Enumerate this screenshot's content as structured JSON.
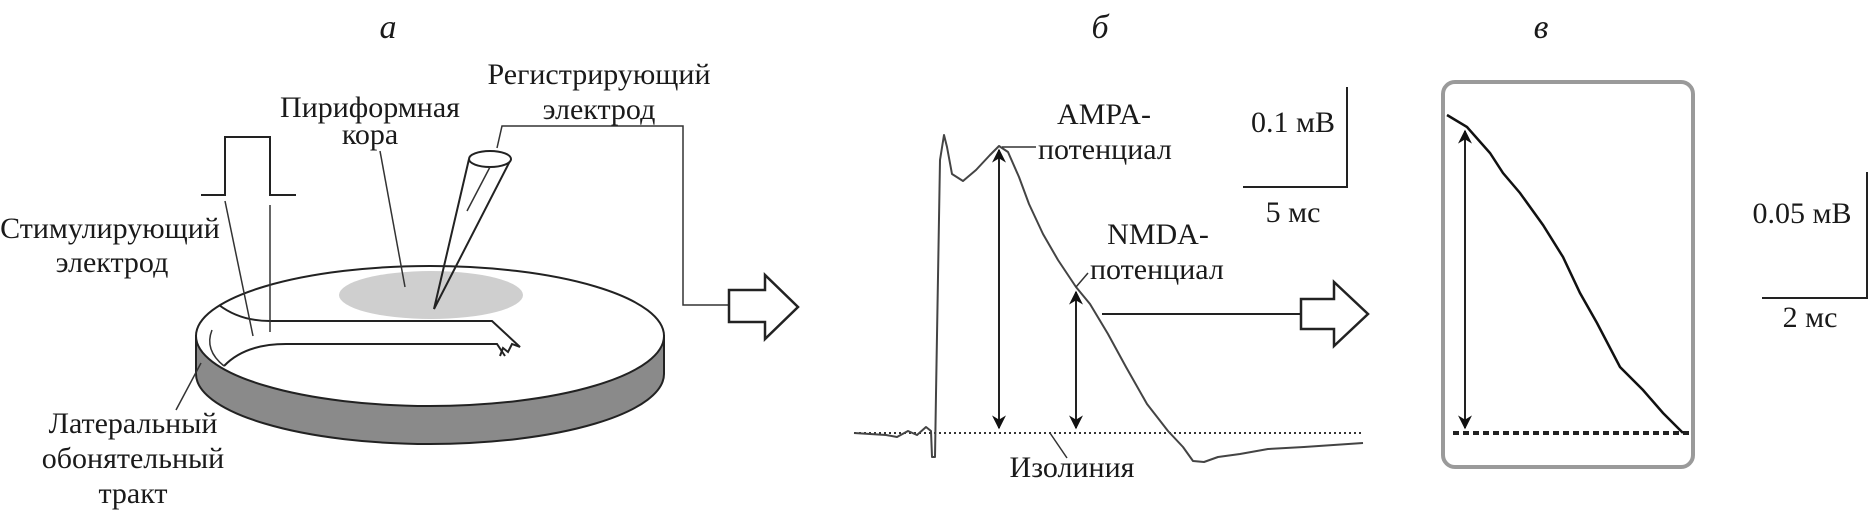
{
  "panels": {
    "a": {
      "letter": "а",
      "labels": {
        "piriform_1": "Пириформная",
        "piriform_2": "кора",
        "recording_1": "Регистрирующий",
        "recording_2": "электрод",
        "stimulating_1": "Стимулирующий",
        "stimulating_2": "электрод",
        "tract_1": "Латеральный",
        "tract_2": "обонятельный",
        "tract_3": "тракт"
      }
    },
    "b": {
      "letter": "б",
      "labels": {
        "ampa_1": "AMPA-",
        "ampa_2": "потенциал",
        "nmda_1": "NMDA-",
        "nmda_2": "потенциал",
        "isoline": "Изолиния",
        "scale_v": "0.1 мВ",
        "scale_h": "5 мс"
      }
    },
    "c": {
      "letter": "в",
      "labels": {
        "scale_v": "0.05 мВ",
        "scale_h": "2 мс"
      }
    }
  },
  "colors": {
    "cortex_area": "#cfcfcf",
    "slice_side": "#8a8a8a",
    "frame": "#9a9a9a"
  }
}
